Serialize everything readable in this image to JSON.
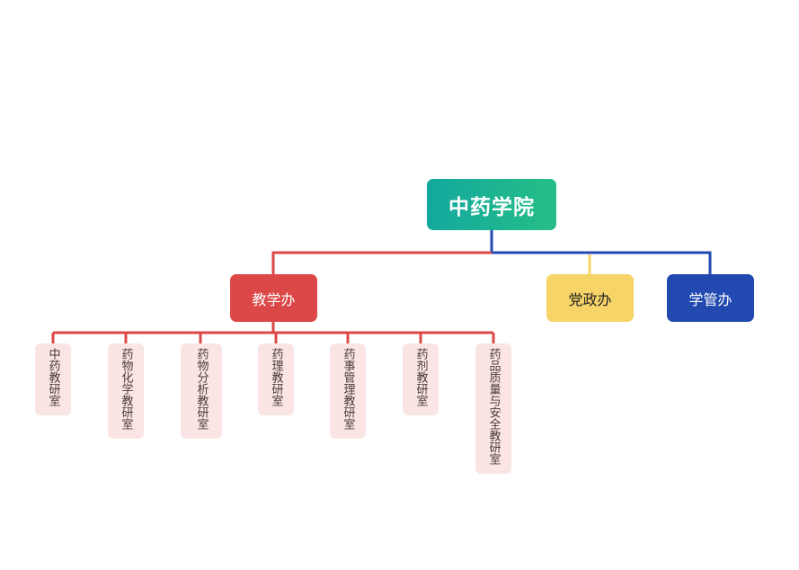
{
  "root": {
    "label": "中药学院"
  },
  "level1": [
    {
      "label": "教学办"
    },
    {
      "label": "党政办"
    },
    {
      "label": "学管办"
    }
  ],
  "leaves": [
    {
      "label": "中药教研室"
    },
    {
      "label": "药物化学教研室"
    },
    {
      "label": "药物分析教研室"
    },
    {
      "label": "药理教研室"
    },
    {
      "label": "药事管理教研室"
    },
    {
      "label": "药剂教研室"
    },
    {
      "label": "药品质量与安全教研室"
    }
  ],
  "colors": {
    "root_gradient_start": "#13a89e",
    "root_gradient_end": "#26be86",
    "teaching_office": "#dc4848",
    "party_office": "#f7d468",
    "student_office": "#2249b0",
    "leaf_bg": "#fae5e4"
  }
}
